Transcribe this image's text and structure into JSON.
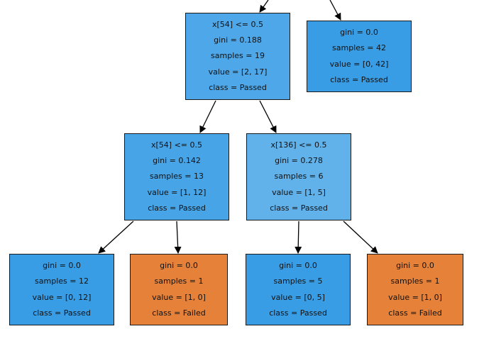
{
  "colors": {
    "passed_pure": "#399de5",
    "passed_strong": "#47a4e7",
    "passed_medium": "#4ea7e8",
    "passed_light": "#61b1ea",
    "failed_pure": "#e58139",
    "border": "#1a1a1a",
    "edge": "#000000"
  },
  "nodes": {
    "root": {
      "split": "x[54] <= 0.5",
      "gini": "gini = 0.188",
      "samples": "samples = 19",
      "value": "value = [2, 17]",
      "class": "class = Passed"
    },
    "pure": {
      "gini": "gini = 0.0",
      "samples": "samples = 42",
      "value": "value = [0, 42]",
      "class": "class = Passed"
    },
    "left": {
      "split": "x[54] <= 0.5",
      "gini": "gini = 0.142",
      "samples": "samples = 13",
      "value": "value = [1, 12]",
      "class": "class = Passed"
    },
    "right": {
      "split": "x[136] <= 0.5",
      "gini": "gini = 0.278",
      "samples": "samples = 6",
      "value": "value = [1, 5]",
      "class": "class = Passed"
    },
    "leaf1": {
      "gini": "gini = 0.0",
      "samples": "samples = 12",
      "value": "value = [0, 12]",
      "class": "class = Passed"
    },
    "leaf2": {
      "gini": "gini = 0.0",
      "samples": "samples = 1",
      "value": "value = [1, 0]",
      "class": "class = Failed"
    },
    "leaf3": {
      "gini": "gini = 0.0",
      "samples": "samples = 5",
      "value": "value = [0, 5]",
      "class": "class = Passed"
    },
    "leaf4": {
      "gini": "gini = 0.0",
      "samples": "samples = 1",
      "value": "value = [1, 0]",
      "class": "class = Failed"
    }
  }
}
